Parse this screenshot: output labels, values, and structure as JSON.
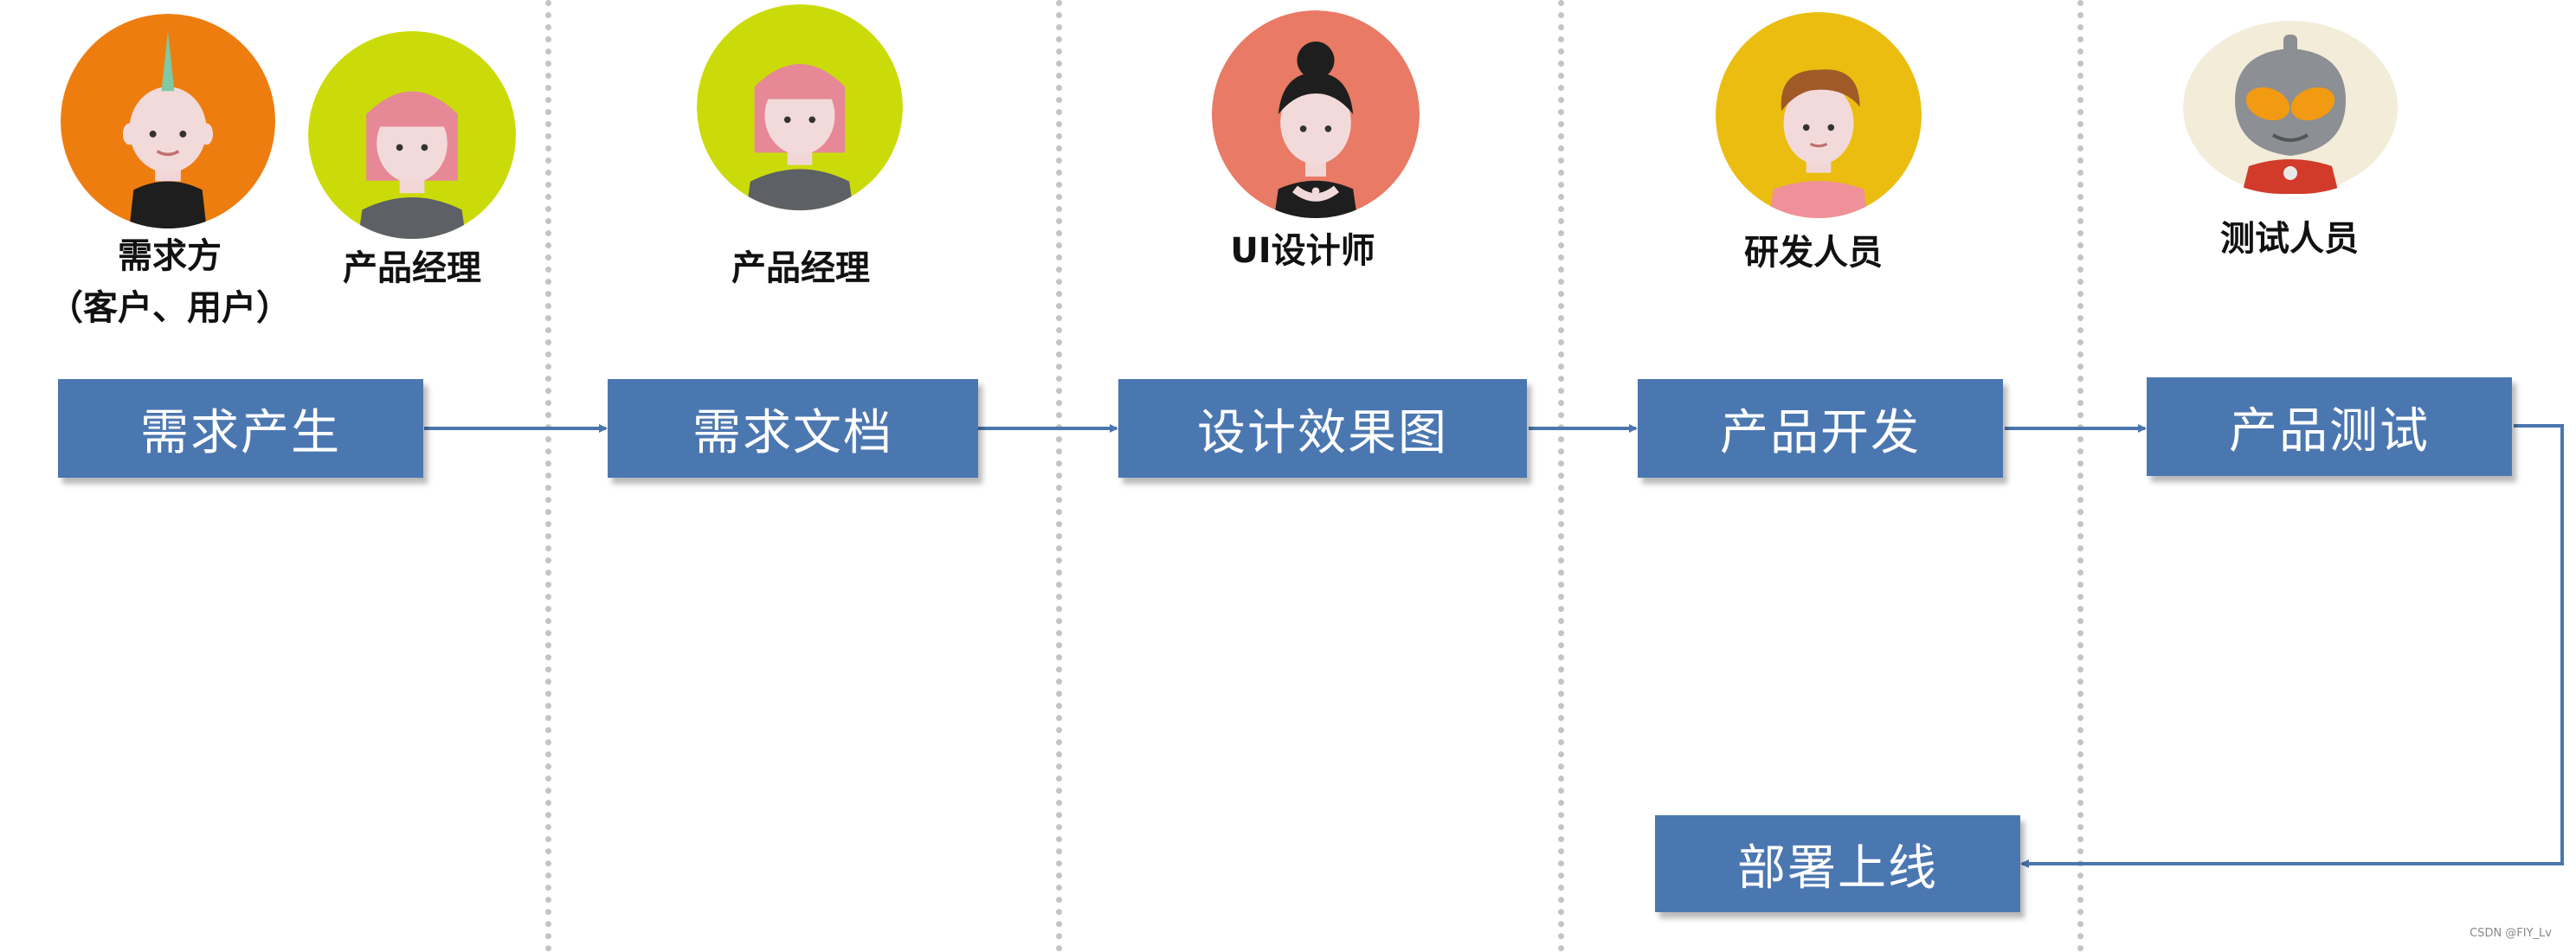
{
  "roles": {
    "customer_line1": "需求方",
    "customer_line2": "（客户、用户）",
    "pm_a": "产品经理",
    "pm_b": "产品经理",
    "ui": "UI设计师",
    "dev": "研发人员",
    "qa": "测试人员"
  },
  "steps": {
    "s1": "需求产生",
    "s2": "需求文档",
    "s3": "设计效果图",
    "s4": "产品开发",
    "s5": "产品测试",
    "s6": "部署上线"
  },
  "watermark": "CSDN @FIY_Lv",
  "colors": {
    "box": "#4b77b1",
    "arrow": "#4a76ad",
    "divider": "#c4c4c4"
  }
}
